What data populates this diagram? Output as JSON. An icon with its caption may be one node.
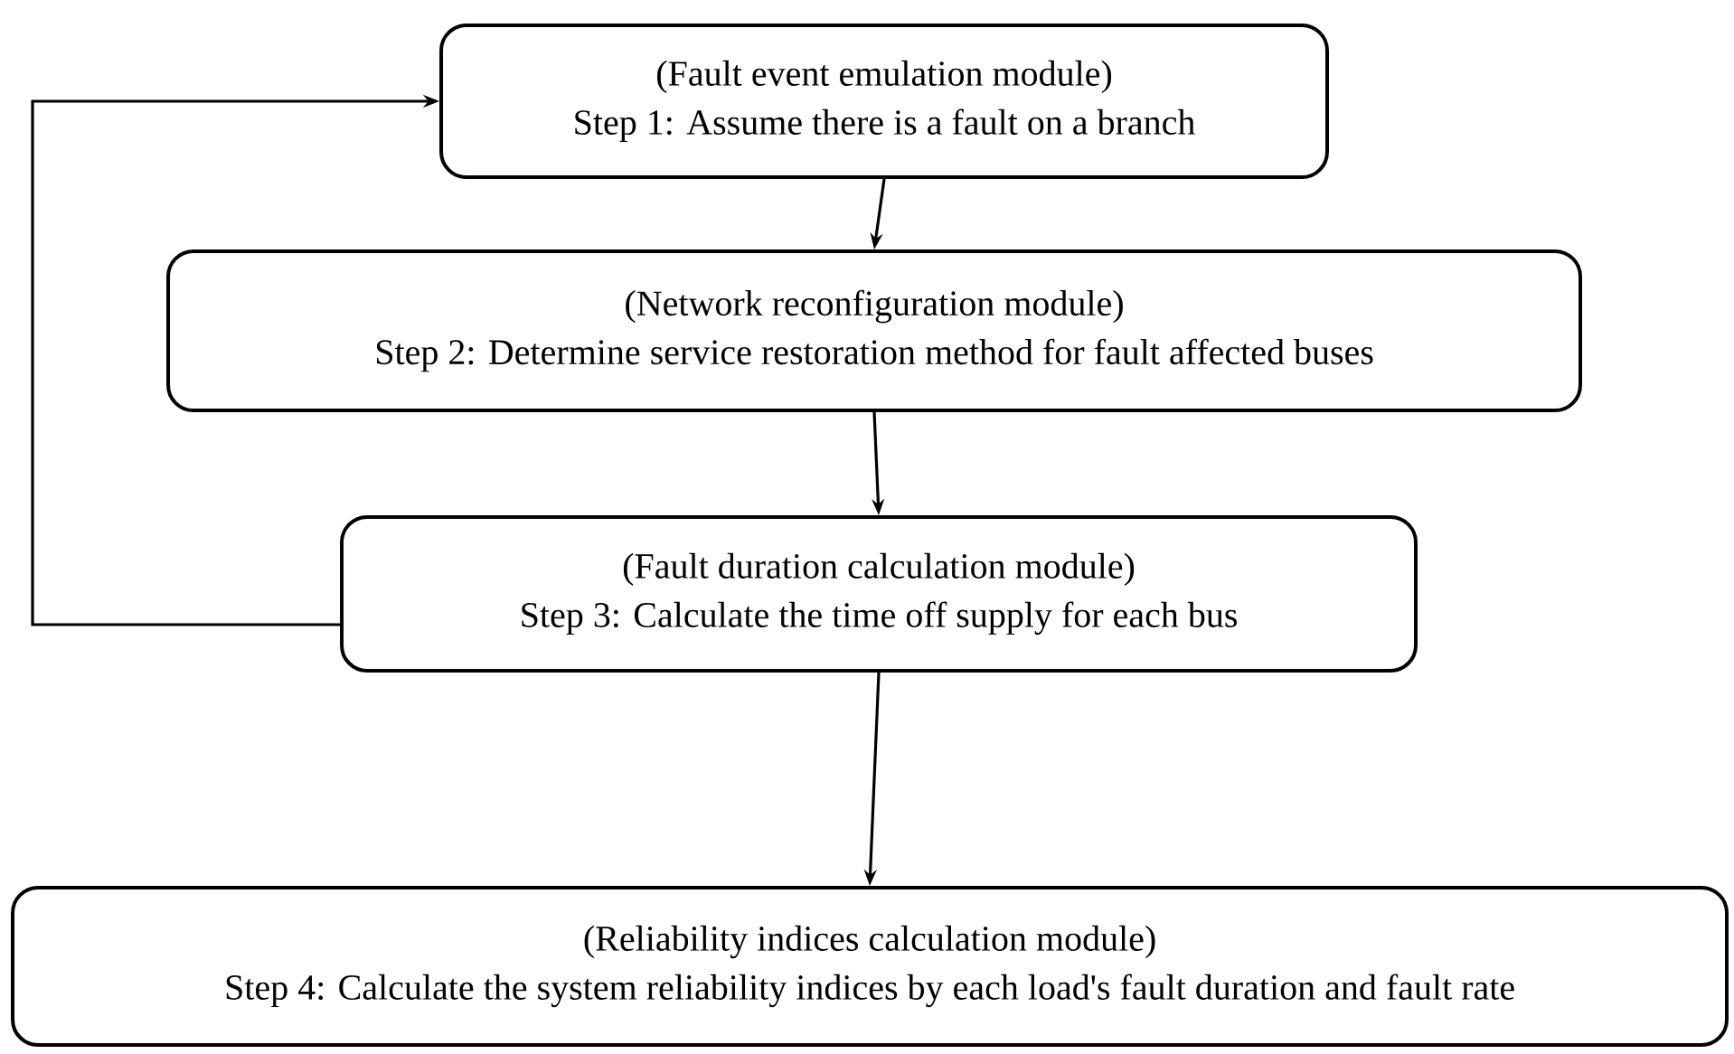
{
  "diagram": {
    "nodes": [
      {
        "text": [
          "(Fault event emulation module)",
          "Step 1: Assume there is a fault on a branch"
        ]
      },
      {
        "text": [
          "(Network reconfiguration module)",
          "Step 2: Determine service restoration method for fault affected buses"
        ]
      },
      {
        "text": [
          "(Fault duration calculation module)",
          "Step 3: Calculate the time off supply for each bus"
        ]
      },
      {
        "text": [
          "(Reliability indices calculation module)",
          "Step 4: Calculate the system reliability indices by each load's fault duration and fault rate"
        ]
      }
    ],
    "edges": [
      {
        "from": 0,
        "to": 1,
        "arrow": "to"
      },
      {
        "from": 1,
        "to": 2,
        "arrow": "to"
      },
      {
        "from": 2,
        "to": 3,
        "arrow": "to"
      },
      {
        "from": 2,
        "to": 0,
        "arrow": "to"
      }
    ]
  }
}
